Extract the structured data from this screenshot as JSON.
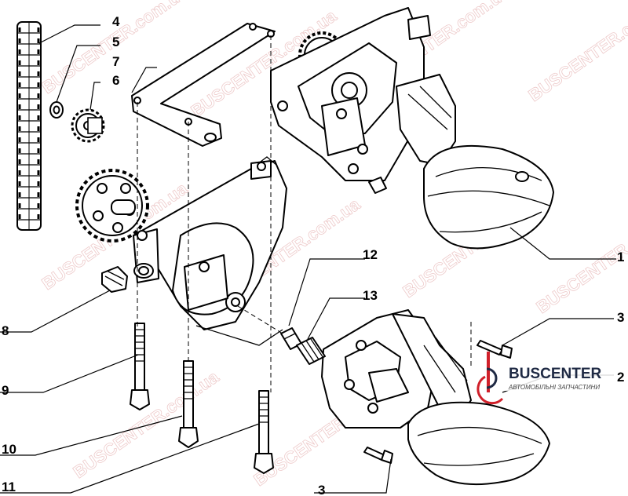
{
  "callouts": {
    "c1": "1",
    "c2": "2",
    "c3a": "3",
    "c3b": "3",
    "c4": "4",
    "c5": "5",
    "c6": "6",
    "c7": "7",
    "c8": "8",
    "c9": "9",
    "c10": "10",
    "c11": "11",
    "c12": "12",
    "c13": "13"
  },
  "watermark": {
    "brand": "BUSCENTER",
    "domain": "BUSCENTER.com.ua"
  },
  "logo": {
    "name": "BUSCENTER",
    "tagline": "АВТОМОБІЛЬНІ ЗАПЧАСТИНИ",
    "accent_color": "#d0202a"
  }
}
